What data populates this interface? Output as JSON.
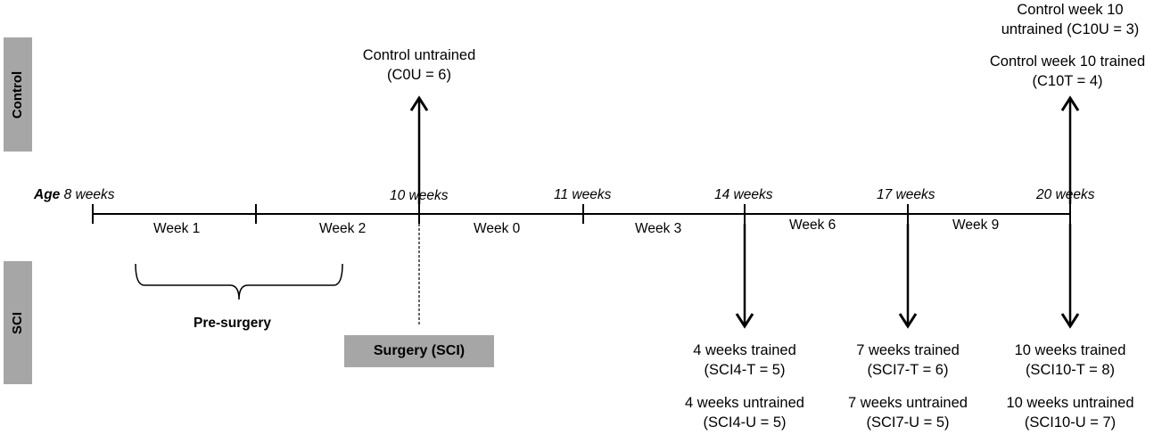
{
  "side_labels": {
    "control": "Control",
    "sci": "SCI"
  },
  "age_axis": {
    "prefix": "Age",
    "ticks": [
      "8 weeks",
      "10 weeks",
      "11 weeks",
      "14 weeks",
      "17 weeks",
      "20 weeks"
    ]
  },
  "weeks": [
    "Week 1",
    "Week 2",
    "Week 0",
    "Week 3",
    "Week 6",
    "Week 9"
  ],
  "pre_surgery": "Pre-surgery",
  "surgery": "Surgery (SCI)",
  "control_groups": {
    "c0u_line1": "Control untrained",
    "c0u_line2": "(C0U = 6)",
    "c10u_line1": "Control week 10",
    "c10u_line2": "untrained (C10U = 3)",
    "c10t_line1": "Control week 10 trained",
    "c10t_line2": "(C10T = 4)"
  },
  "sci_groups": {
    "sci4t_line1": "4 weeks trained",
    "sci4t_line2": "(SCI4-T = 5)",
    "sci4u_line1": "4 weeks untrained",
    "sci4u_line2": "(SCI4-U = 5)",
    "sci7t_line1": "7 weeks trained",
    "sci7t_line2": "(SCI7-T = 6)",
    "sci7u_line1": "7 weeks untrained",
    "sci7u_line2": "(SCI7-U = 5)",
    "sci10t_line1": "10 weeks trained",
    "sci10t_line2": "(SCI10-T = 8)",
    "sci10u_line1": "10 weeks untrained",
    "sci10u_line2": "(SCI10-U = 7)"
  }
}
